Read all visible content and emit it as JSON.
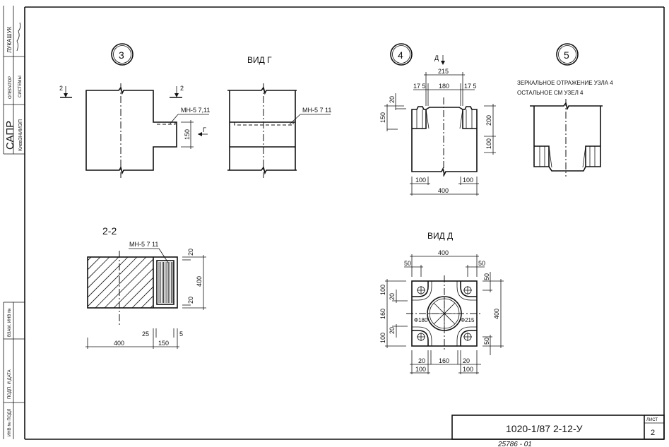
{
  "stamps": {
    "name": "ЛУКАШУК",
    "operator": "ОПЕРАТОР",
    "system": "СИСТЕМЫ",
    "sapr": "САПР",
    "org": "КиевЗНИИЭП",
    "vzam": "ВЗАМ. ИНВ №",
    "podp": "ПОДП. И ДАТА",
    "inv": "ИНВ № ПОДЛ"
  },
  "node3": {
    "number": "3",
    "section_mark": "2",
    "label": "МН-5 7,11",
    "dim_150": "150",
    "view_arrow": "Г"
  },
  "vid_g": {
    "title": "ВИД  Г",
    "label": "МН-5 7 11"
  },
  "node4": {
    "number": "4",
    "view_arrow": "Д",
    "dims": {
      "d215": "215",
      "d180": "180",
      "d175a": "17 5",
      "d175b": "17 5",
      "d20": "20",
      "d150": "150",
      "d200": "200",
      "d100v": "100",
      "d100a": "100",
      "d100b": "100",
      "d400": "400"
    }
  },
  "node5": {
    "number": "5",
    "note_line1": "ЗЕРКАЛЬНОЕ ОТРАЖЕНИЕ УЗЛА 4",
    "note_line2": "ОСТАЛЬНОЕ СМ  УЗЕЛ 4"
  },
  "section22": {
    "title": "2-2",
    "label": "МН-5 7 11",
    "dims": {
      "d20a": "20",
      "d20b": "20",
      "d400v": "400",
      "d25": "25",
      "d5": "5",
      "d400h": "400",
      "d150": "150"
    }
  },
  "vid_d": {
    "title": "ВИД  Д",
    "dims": {
      "d400t": "400",
      "d50a": "50",
      "d50b": "50",
      "d100a": "100",
      "d20a": "20",
      "d160": "160",
      "d20b": "20",
      "d100b": "100",
      "d50c": "50",
      "d50d": "50",
      "d400r": "400",
      "d20c": "20",
      "d160b": "160",
      "d20d": "20",
      "d100c": "100",
      "d100d": "100",
      "phi180": "Ф180",
      "phi215": "Ф215"
    }
  },
  "title_block": {
    "code": "1020-1/87 2-12-У",
    "sheet_label": "ЛИСТ",
    "sheet_number": "2"
  },
  "below_frame": "25786 - 01"
}
